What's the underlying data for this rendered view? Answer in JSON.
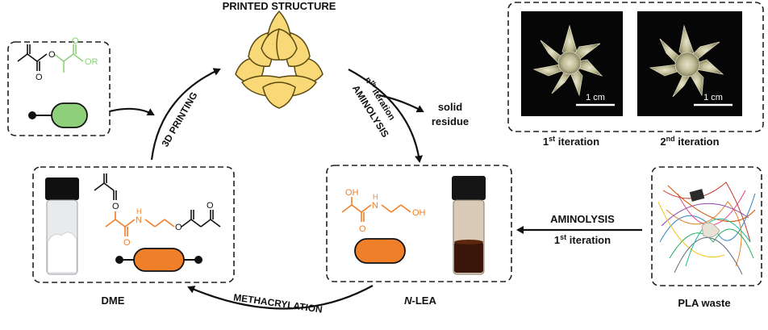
{
  "printed_structure_label": "PRINTED STRUCTURE",
  "printing_label": "3D PRINTING",
  "aminolysis_nth_label": "AMINOLYSIS",
  "nth_iteration_label": "n",
  "nth_iteration_sup": "th",
  "nth_iteration_rest": " iteration",
  "solid_residue_line1": "solid",
  "solid_residue_line2": "residue",
  "iteration1_num": "1",
  "iteration1_sup": "st",
  "iteration1_rest": " iteration",
  "iteration2_num": "2",
  "iteration2_sup": "nd",
  "iteration2_rest": " iteration",
  "scale_bar_label": "1 cm",
  "dme_label": "DME",
  "nlea_prefix": "N",
  "nlea_rest": "-LEA",
  "pla_waste_label": "PLA waste",
  "methacrylation_label": "METHACRYLATION",
  "aminolysis_first_label": "AMINOLYSIS",
  "first_iteration_num": "1",
  "first_iteration_sup": "st",
  "first_iteration_rest": " iteration",
  "chem": {
    "monomer_ester_group": "OR",
    "oxygen": "O",
    "oh": "OH",
    "nh": "N",
    "h": "H"
  },
  "colors": {
    "green": "#8ed07a",
    "orange": "#f07f2a",
    "lotus_fill": "#f9d977",
    "lotus_stroke": "#5a4a12",
    "photo_bg": "#060606"
  }
}
